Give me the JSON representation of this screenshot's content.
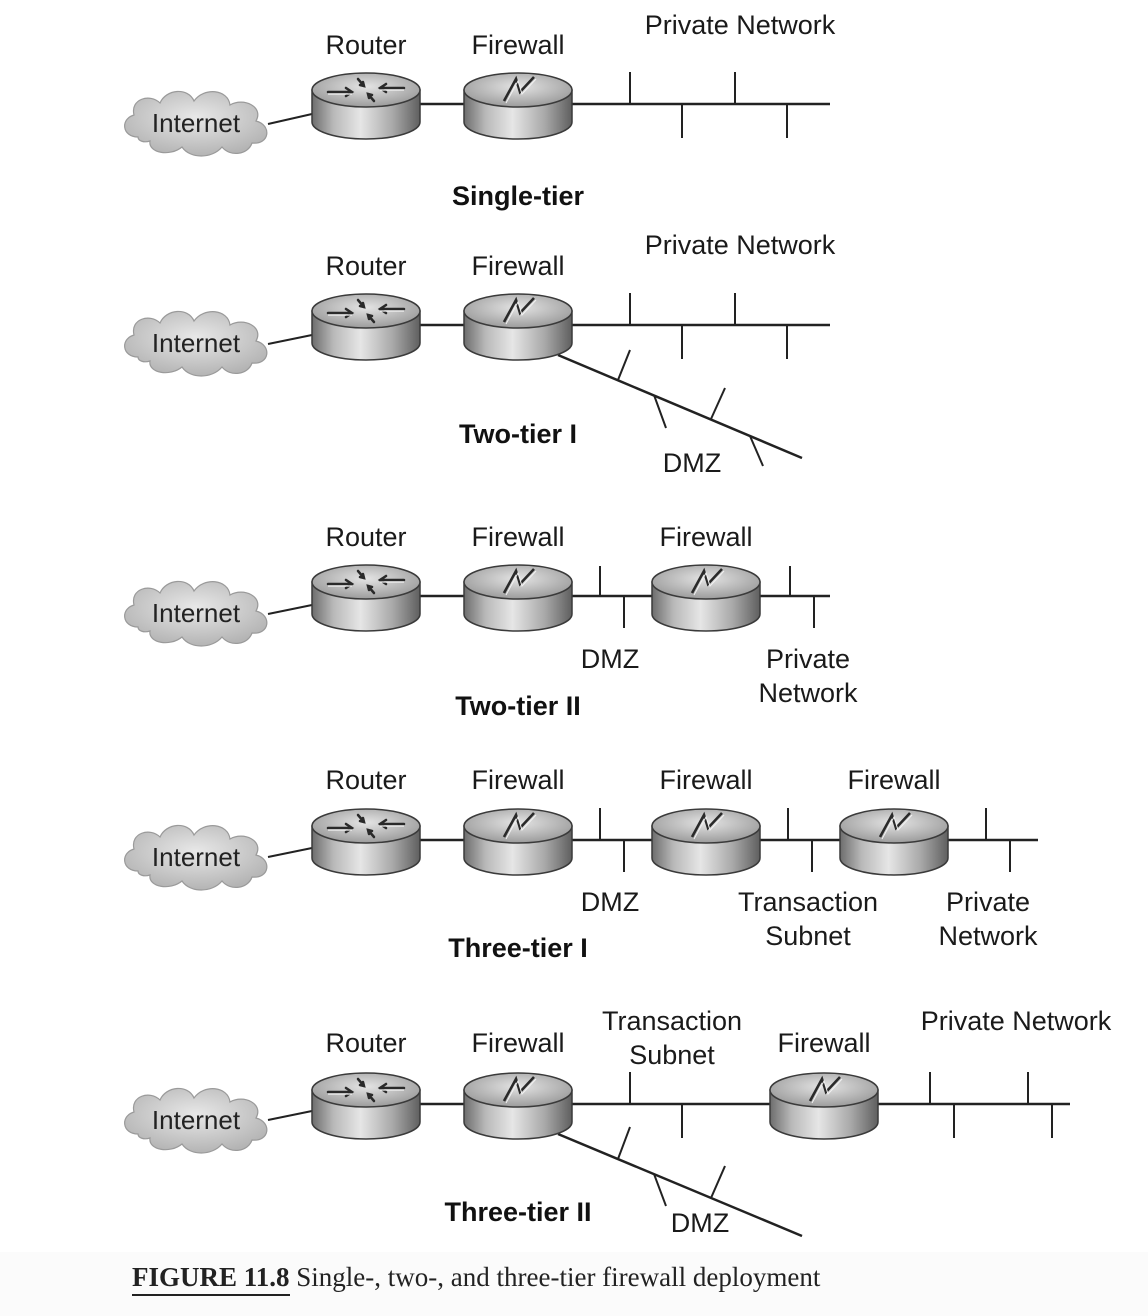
{
  "labels": {
    "router": "Router",
    "firewall": "Firewall",
    "internet": "Internet",
    "private_network": "Private Network",
    "private": "Private",
    "network": "Network",
    "dmz": "DMZ",
    "transaction": "Transaction",
    "subnet": "Subnet"
  },
  "tiers": {
    "single": "Single-tier",
    "two_i": "Two-tier I",
    "two_ii": "Two-tier II",
    "three_i": "Three-tier I",
    "three_ii": "Three-tier II"
  },
  "caption": {
    "figure": "FIGURE 11.8",
    "text": " Single-, two-, and three-tier firewall deployment"
  }
}
